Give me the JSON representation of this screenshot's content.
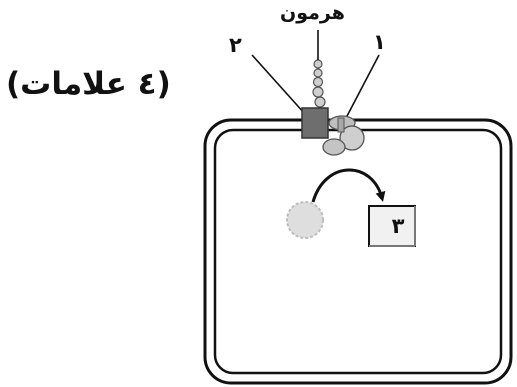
{
  "marks_note": "(٤ علامات)",
  "hormone_label": "هرمون",
  "labels": {
    "one": "١",
    "two": "٢",
    "three": "٣"
  },
  "colors": {
    "outline": "#111111",
    "receptor_dark": "#6e6e6e",
    "protein_light": "#bfbfbf",
    "circle_fill": "#dedede",
    "box_fill": "#f1f1f1"
  }
}
